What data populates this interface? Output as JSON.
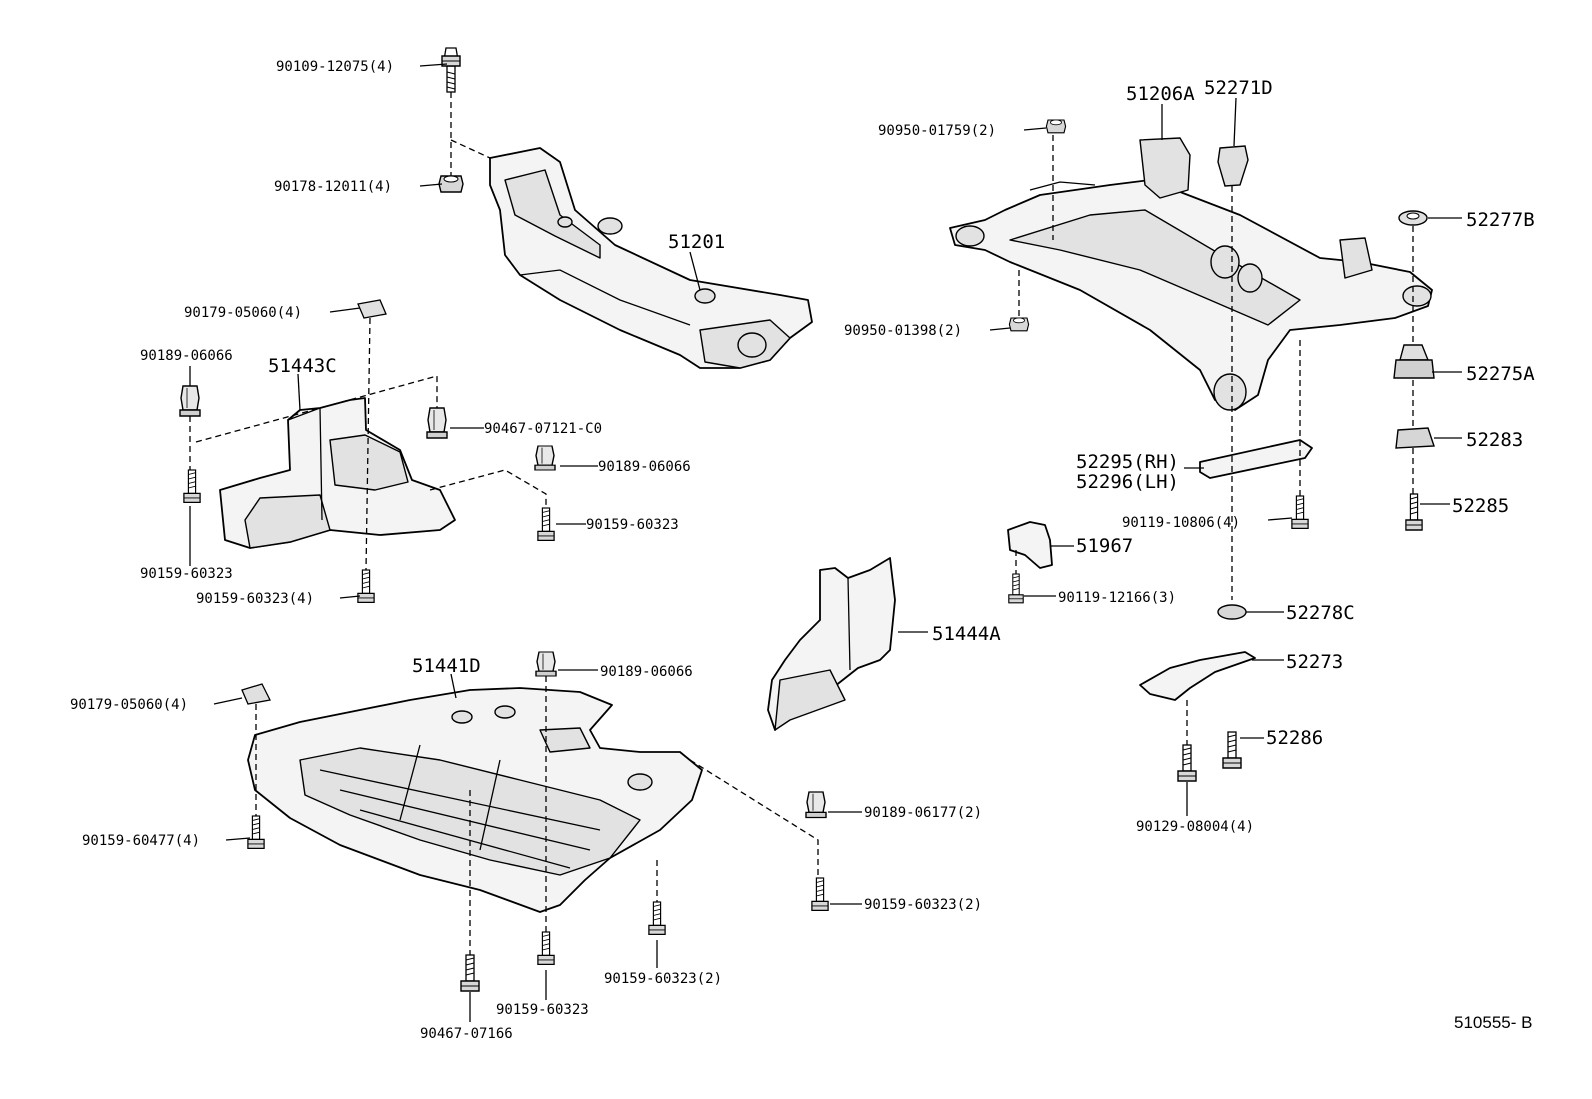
{
  "diagram_ref": "510555- B",
  "big_labels": {
    "p51201": "51201",
    "p51206A": "51206A",
    "p52271D": "52271D",
    "p51443C": "51443C",
    "p51441D": "51441D",
    "p51444A": "51444A",
    "p51967": "51967",
    "p52277B": "52277B",
    "p52275A": "52275A",
    "p52283": "52283",
    "p52285": "52285",
    "p52295": "52295(RH)",
    "p52296": "52296(LH)",
    "p52278C": "52278C",
    "p52273": "52273",
    "p52286": "52286"
  },
  "small_labels": {
    "a90109_12075": "90109-12075(4)",
    "a90178_12011": "90178-12011(4)",
    "a90179_05060_top": "90179-05060(4)",
    "a90189_06066_left": "90189-06066",
    "a90467_07121": "90467-07121-C0",
    "a90189_06066_mid": "90189-06066",
    "a90159_60323_mid": "90159-60323",
    "a90159_60323_left": "90159-60323",
    "a90159_60323_4": "90159-60323(4)",
    "a90179_05060_bot": "90179-05060(4)",
    "a90189_06066_bot": "90189-06066",
    "a90159_60477": "90159-60477(4)",
    "a90189_06177": "90189-06177(2)",
    "a90159_60323_2r": "90159-60323(2)",
    "a90159_60323_2b": "90159-60323(2)",
    "a90159_60323_b": "90159-60323",
    "a90467_07166": "90467-07166",
    "a90950_01759": "90950-01759(2)",
    "a90950_01398": "90950-01398(2)",
    "a90119_10806": "90119-10806(4)",
    "a90119_12166": "90119-12166(3)",
    "a90129_08004": "90129-08004(4)"
  }
}
